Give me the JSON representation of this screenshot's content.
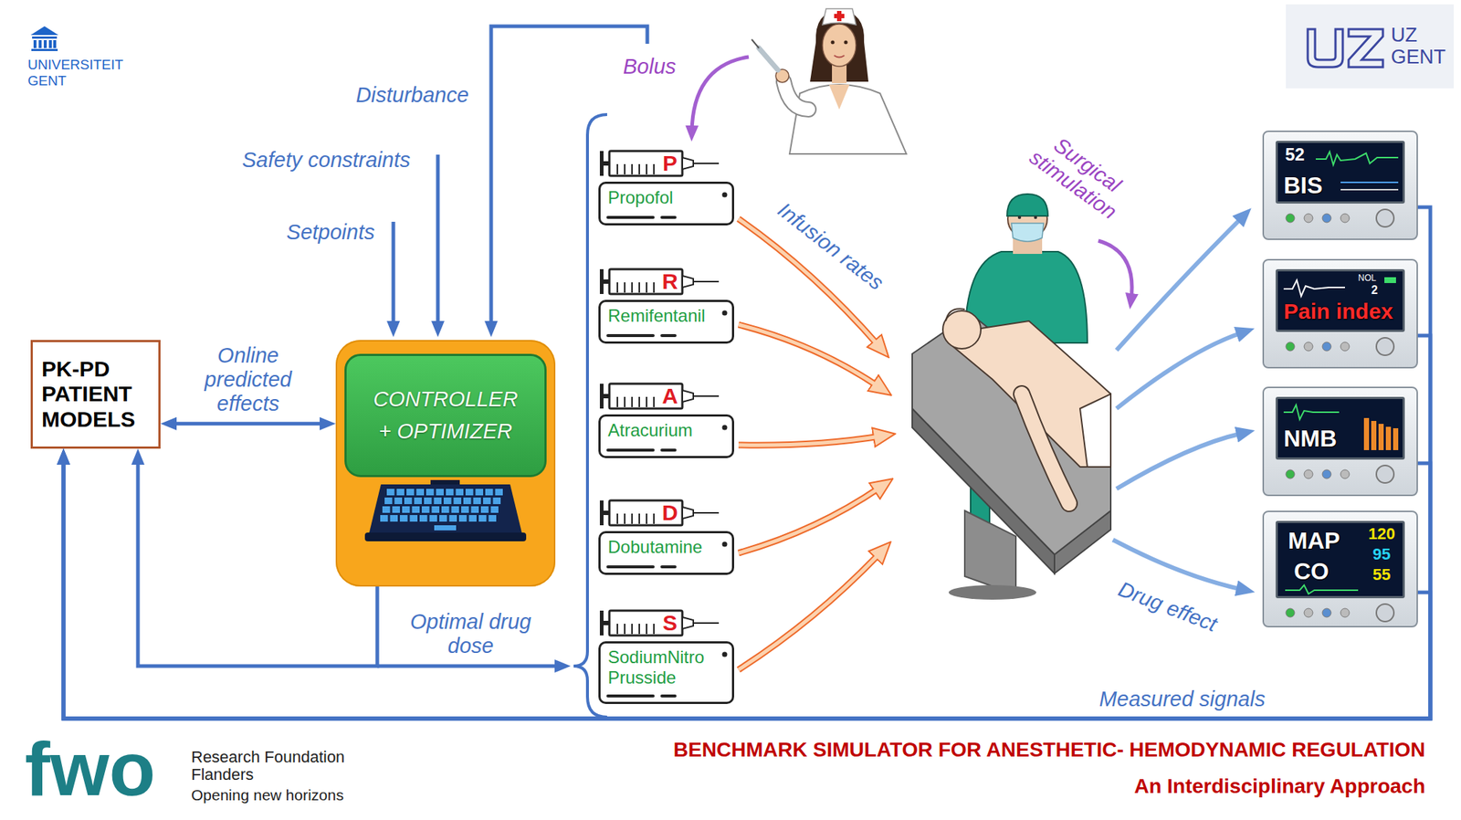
{
  "diagram": {
    "title": "BENCHMARK SIMULATOR FOR ANESTHETIC- HEMODYNAMIC REGULATION",
    "nodes": [
      {
        "text": [
          "PK-PD PATIENT MODELS"
        ]
      },
      {
        "text": [
          "CONTROLLER + OPTIMIZER"
        ]
      },
      {
        "text": [
          "P",
          "Propofol"
        ]
      },
      {
        "text": [
          "R",
          "Remifentanil"
        ]
      },
      {
        "text": [
          "A",
          "Atracurium"
        ]
      },
      {
        "text": [
          "D",
          "Dobutamine"
        ]
      },
      {
        "text": [
          "S",
          "SodiumNitro Prusside"
        ]
      },
      {
        "text": [
          "52",
          "BIS"
        ]
      },
      {
        "text": [
          "NOL",
          "2",
          "Pain index"
        ]
      },
      {
        "text": [
          "NMB"
        ]
      },
      {
        "text": [
          "MAP",
          "CO",
          "120",
          "95",
          "55"
        ]
      }
    ],
    "edges": [
      {
        "from": 0,
        "to": 1,
        "arrow": "both",
        "label": "Online predicted effects"
      },
      {
        "from": 1,
        "to": 0,
        "arrow": "to",
        "label": "Optimal drug dose"
      },
      {
        "from": 7,
        "to": 0,
        "arrow": "to"
      },
      {
        "from": 8,
        "to": 0,
        "arrow": "to"
      },
      {
        "from": 9,
        "to": 0,
        "arrow": "to"
      },
      {
        "from": 10,
        "to": 0,
        "arrow": "to",
        "label": "Measured signals"
      }
    ],
    "labels": [
      "UNIVERSITEIT GENT",
      "UZ GENT",
      "Disturbance",
      "Safety constraints",
      "Setpoints",
      "Bolus",
      "Infusion rates",
      "Surgical stimulation",
      "Drug effect",
      "fwo",
      "Research Foundation Flanders",
      "Opening new horizons",
      "An Interdisciplinary Approach"
    ]
  }
}
